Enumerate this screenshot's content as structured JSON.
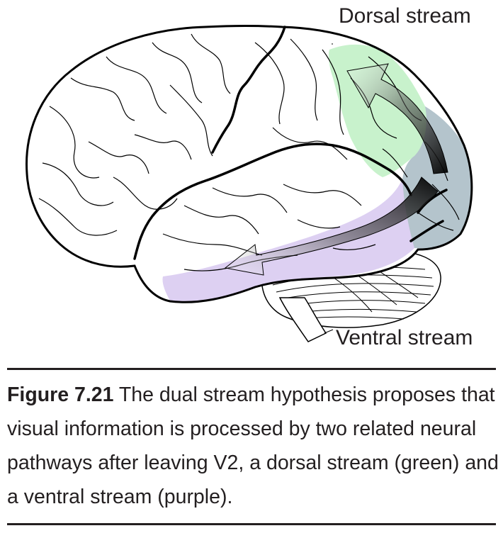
{
  "figure": {
    "dorsal_label": "Dorsal stream",
    "ventral_label": "Ventral stream",
    "colors": {
      "dorsal": "#c8f2cc",
      "ventral": "#ddd0f2",
      "occipital": "#b4c4cc",
      "outline": "#000000",
      "arrow_dark": "#1a1a1a"
    }
  },
  "caption": {
    "label": "Figure 7.21",
    "text": " The dual stream hypothesis proposes that visual information is processed by two related neural pathways after leaving V2, a dorsal stream (green) and a ventral stream (purple)."
  }
}
